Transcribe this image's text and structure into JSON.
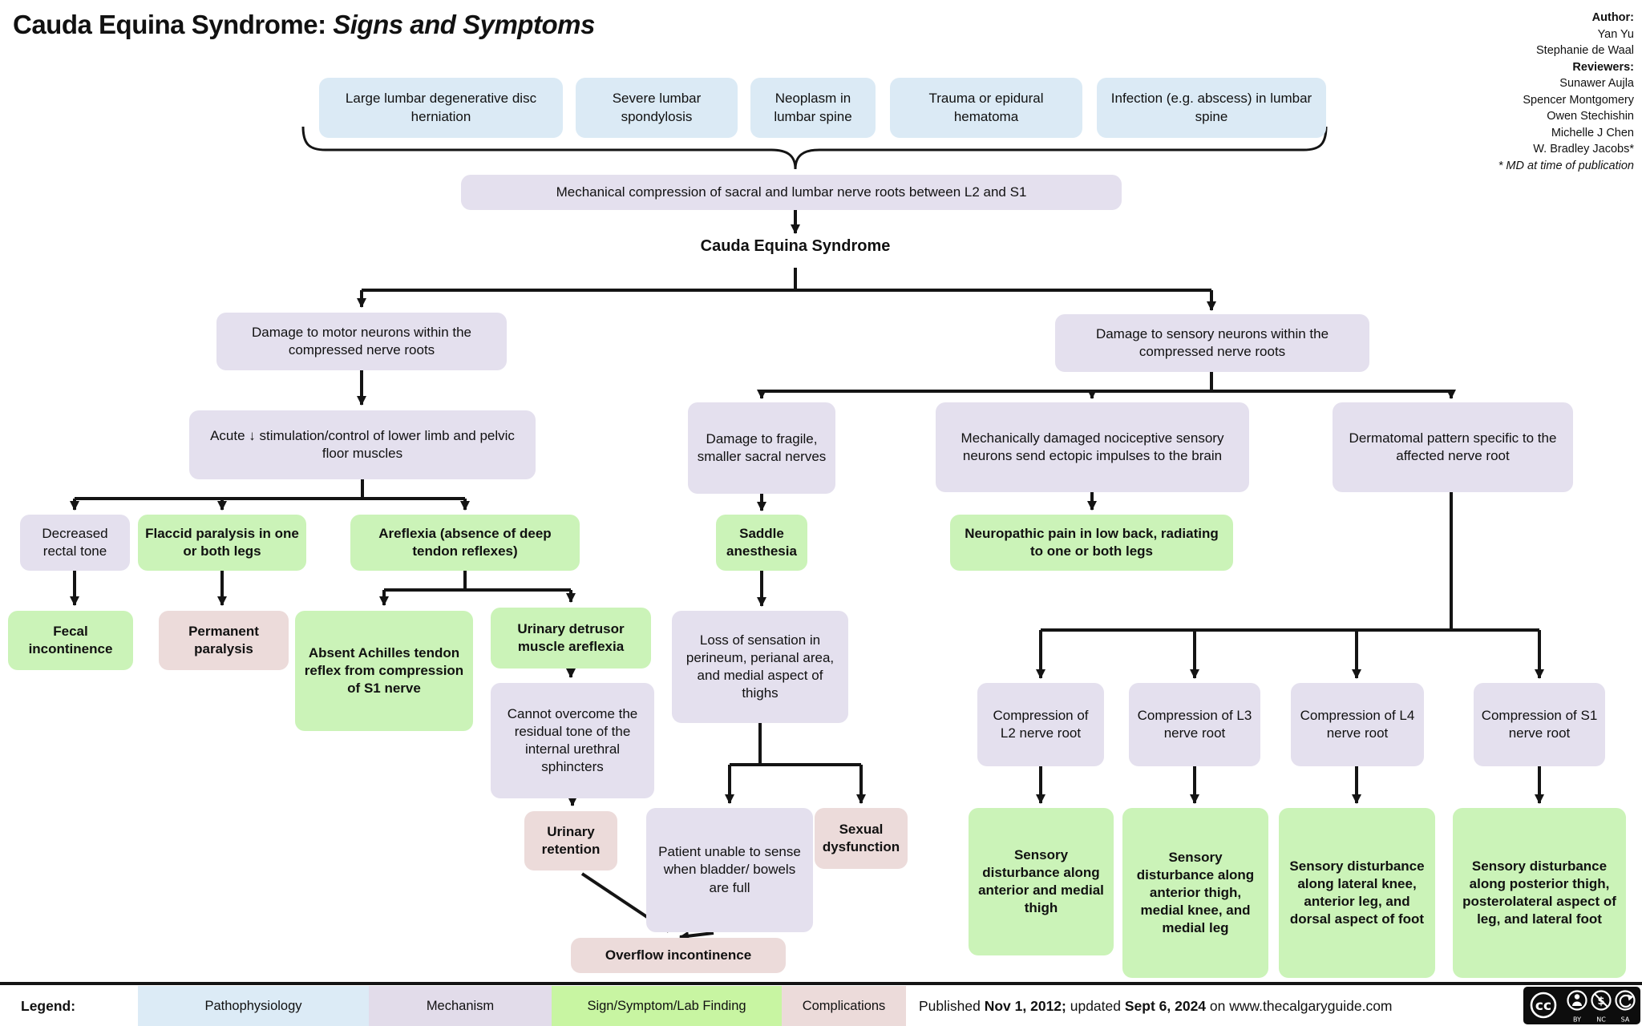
{
  "title": {
    "prefix": "Cauda Equina Syndrome:",
    "emphasis": "Signs and Symptoms"
  },
  "credits": {
    "lines": [
      "Author:",
      "Yan Yu",
      "Stephanie de Waal",
      "Reviewers:",
      "Sunawer Aujla",
      "Spencer Montgomery",
      "Owen Stechishin",
      "Michelle J Chen",
      "W. Bradley Jacobs*",
      "* MD at time of publication"
    ]
  },
  "ces_label": "Cauda Equina Syndrome",
  "colors": {
    "pathophysiology": "#dcebf6",
    "mechanism": "#e4e0ee",
    "sign_symptom_lab_finding": "#cbf3b8",
    "complication": "#ecdbda",
    "line": "#141414",
    "background": "#ffffff"
  },
  "nodes": [
    {
      "id": "cause-disc-herniation",
      "type": "pathophysiology",
      "label": "Large lumbar degenerative disc herniation"
    },
    {
      "id": "cause-spondylosis",
      "type": "pathophysiology",
      "label": "Severe lumbar spondylosis"
    },
    {
      "id": "cause-neoplasm",
      "type": "pathophysiology",
      "label": "Neoplasm in lumbar spine"
    },
    {
      "id": "cause-trauma",
      "type": "pathophysiology",
      "label": "Trauma or epidural hematoma"
    },
    {
      "id": "cause-infection",
      "type": "pathophysiology",
      "label": "Infection (e.g. abscess) in lumbar spine"
    },
    {
      "id": "mechanical-compression",
      "type": "mechanism",
      "label": "Mechanical compression of sacral and lumbar nerve roots between L2 and S1"
    },
    {
      "id": "damage-motor-neurons",
      "type": "mechanism",
      "label": "Damage to motor neurons within the compressed nerve roots"
    },
    {
      "id": "damage-sensory-neurons",
      "type": "mechanism",
      "label": "Damage to sensory neurons within the compressed nerve roots"
    },
    {
      "id": "acute-decreased-stimulation",
      "type": "mechanism",
      "label": "Acute ↓ stimulation/control of lower limb and pelvic floor muscles"
    },
    {
      "id": "decreased-rectal-tone",
      "type": "mechanism",
      "label": "Decreased rectal tone"
    },
    {
      "id": "flaccid-paralysis",
      "type": "sign",
      "label": "Flaccid paralysis in one or both legs"
    },
    {
      "id": "areflexia",
      "type": "sign",
      "label": "Areflexia (absence of deep tendon reflexes)"
    },
    {
      "id": "fecal-incontinence",
      "type": "sign",
      "label": "Fecal incontinence"
    },
    {
      "id": "permanent-paralysis",
      "type": "complication",
      "label": "Permanent paralysis"
    },
    {
      "id": "absent-achilles-reflex",
      "type": "sign",
      "label": "Absent Achilles tendon reflex from compression of S1 nerve"
    },
    {
      "id": "urinary-detrusor-areflexia",
      "type": "sign",
      "label": "Urinary detrusor muscle areflexia"
    },
    {
      "id": "cannot-overcome-tone",
      "type": "mechanism",
      "label": "Cannot overcome the residual tone of the internal urethral sphincters"
    },
    {
      "id": "urinary-retention",
      "type": "complication",
      "label": "Urinary retention"
    },
    {
      "id": "overflow-incontinence",
      "type": "complication",
      "label": "Overflow incontinence"
    },
    {
      "id": "damage-fragile-sacral-nerves",
      "type": "mechanism",
      "label": "Damage to fragile, smaller sacral nerves"
    },
    {
      "id": "saddle-anesthesia",
      "type": "sign",
      "label": "Saddle anesthesia"
    },
    {
      "id": "loss-of-sensation",
      "type": "mechanism",
      "label": "Loss of sensation in perineum, perianal area, and medial aspect of thighs"
    },
    {
      "id": "patient-unable-to-sense",
      "type": "mechanism",
      "label": "Patient unable to sense when bladder/ bowels are full"
    },
    {
      "id": "sexual-dysfunction",
      "type": "complication",
      "label": "Sexual dysfunction"
    },
    {
      "id": "mechanically-damaged-nociceptive",
      "type": "mechanism",
      "label": "Mechanically damaged nociceptive sensory neurons send ectopic impulses to the brain"
    },
    {
      "id": "neuropathic-pain",
      "type": "sign",
      "label": "Neuropathic pain in low back, radiating to one or both legs"
    },
    {
      "id": "dermatomal-pattern",
      "type": "mechanism",
      "label": "Dermatomal pattern specific to the affected nerve root"
    },
    {
      "id": "compression-l2",
      "type": "mechanism",
      "label": "Compression of L2 nerve root"
    },
    {
      "id": "compression-l3",
      "type": "mechanism",
      "label": "Compression of L3 nerve root"
    },
    {
      "id": "compression-l4",
      "type": "mechanism",
      "label": "Compression of L4 nerve root"
    },
    {
      "id": "compression-s1",
      "type": "mechanism",
      "label": "Compression of S1 nerve root"
    },
    {
      "id": "sensory-disturbance-l2",
      "type": "sign",
      "label": "Sensory disturbance along anterior and medial thigh"
    },
    {
      "id": "sensory-disturbance-l3",
      "type": "sign",
      "label": "Sensory disturbance along anterior thigh, medial knee, and medial leg"
    },
    {
      "id": "sensory-disturbance-l4",
      "type": "sign",
      "label": "Sensory disturbance along lateral knee, anterior leg, and dorsal aspect of foot"
    },
    {
      "id": "sensory-disturbance-s1",
      "type": "sign",
      "label": "Sensory disturbance along posterior thigh, posterolateral aspect of leg, and lateral foot"
    }
  ],
  "legend": {
    "label": "Legend:",
    "items": [
      {
        "label": "Pathophysiology",
        "color": "#dcebf6"
      },
      {
        "label": "Mechanism",
        "color": "#e2dcea"
      },
      {
        "label": "Sign/Symptom/Lab Finding",
        "color": "#c8f5a2"
      },
      {
        "label": "Complications",
        "color": "#ecdbda"
      }
    ]
  },
  "footer": {
    "segments": [
      {
        "text": "Published ",
        "bold": false
      },
      {
        "text": "Nov 1, 2012;",
        "bold": true
      },
      {
        "text": " updated ",
        "bold": false
      },
      {
        "text": "Sept 6, 2024",
        "bold": true
      },
      {
        "text": " on www.thecalgaryguide.com",
        "bold": false
      }
    ]
  },
  "license": {
    "logo": "cc",
    "labels": [
      "BY",
      "NC",
      "SA"
    ]
  }
}
